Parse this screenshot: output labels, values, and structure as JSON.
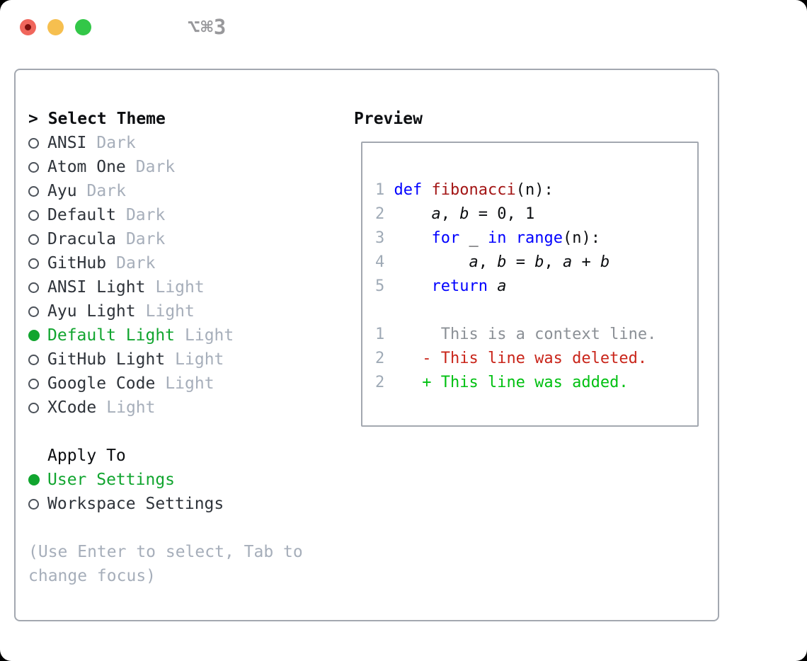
{
  "window": {
    "shortcut": "⌥⌘3"
  },
  "colors": {
    "traffic_red": "#f0665c",
    "traffic_red_dot": "#7c0f0d",
    "traffic_yellow": "#f6bf4f",
    "traffic_green": "#33c748",
    "shortcut_gray": "#98989b",
    "border_gray": "#a3a8b0",
    "text_dark": "#2e333a",
    "muted_gray": "#a6aeba",
    "selection_green": "#11a52f",
    "keyword_blue": "#0000ff",
    "function_red": "#a31515",
    "line_number_gray": "#9faab6",
    "context_gray": "#8b9096",
    "deleted_red": "#c9251a",
    "added_green": "#00c011"
  },
  "theme_picker": {
    "title_display": "> Select Theme",
    "items": [
      {
        "name": "ANSI",
        "variant": "Dark",
        "selected": false
      },
      {
        "name": "Atom One",
        "variant": "Dark",
        "selected": false
      },
      {
        "name": "Ayu",
        "variant": "Dark",
        "selected": false
      },
      {
        "name": "Default",
        "variant": "Dark",
        "selected": false
      },
      {
        "name": "Dracula",
        "variant": "Dark",
        "selected": false
      },
      {
        "name": "GitHub",
        "variant": "Dark",
        "selected": false
      },
      {
        "name": "ANSI Light",
        "variant": "Light",
        "selected": false
      },
      {
        "name": "Ayu Light",
        "variant": "Light",
        "selected": false
      },
      {
        "name": "Default Light",
        "variant": "Light",
        "selected": true
      },
      {
        "name": "GitHub Light",
        "variant": "Light",
        "selected": false
      },
      {
        "name": "Google Code",
        "variant": "Light",
        "selected": false
      },
      {
        "name": "XCode",
        "variant": "Light",
        "selected": false
      }
    ]
  },
  "apply_to": {
    "title": "Apply To",
    "options": [
      {
        "label": "User Settings",
        "selected": true
      },
      {
        "label": "Workspace Settings",
        "selected": false
      }
    ]
  },
  "help_text": "(Use Enter to select, Tab to change focus)",
  "preview": {
    "title": "Preview",
    "lines": [
      {
        "num": "1",
        "segments": [
          {
            "type": "kw",
            "text": "def"
          },
          {
            "type": "plain",
            "text": " "
          },
          {
            "type": "fn",
            "text": "fibonacci"
          },
          {
            "type": "plain",
            "text": "(n):"
          }
        ]
      },
      {
        "num": "2",
        "segments": [
          {
            "type": "plain",
            "text": "    "
          },
          {
            "type": "var",
            "text": "a"
          },
          {
            "type": "plain",
            "text": ", "
          },
          {
            "type": "var",
            "text": "b"
          },
          {
            "type": "plain",
            "text": " = 0, 1"
          }
        ]
      },
      {
        "num": "3",
        "segments": [
          {
            "type": "plain",
            "text": "    "
          },
          {
            "type": "kw",
            "text": "for"
          },
          {
            "type": "plain",
            "text": " _ "
          },
          {
            "type": "kw",
            "text": "in"
          },
          {
            "type": "plain",
            "text": " "
          },
          {
            "type": "kw",
            "text": "range"
          },
          {
            "type": "plain",
            "text": "(n):"
          }
        ]
      },
      {
        "num": "4",
        "segments": [
          {
            "type": "plain",
            "text": "        "
          },
          {
            "type": "var",
            "text": "a"
          },
          {
            "type": "plain",
            "text": ", "
          },
          {
            "type": "var",
            "text": "b"
          },
          {
            "type": "plain",
            "text": " = "
          },
          {
            "type": "var",
            "text": "b"
          },
          {
            "type": "plain",
            "text": ", "
          },
          {
            "type": "var",
            "text": "a"
          },
          {
            "type": "plain",
            "text": " + "
          },
          {
            "type": "var",
            "text": "b"
          }
        ]
      },
      {
        "num": "5",
        "segments": [
          {
            "type": "plain",
            "text": "    "
          },
          {
            "type": "kw",
            "text": "return"
          },
          {
            "type": "plain",
            "text": " "
          },
          {
            "type": "var",
            "text": "a"
          }
        ]
      },
      {
        "num": "",
        "segments": []
      },
      {
        "num": "1",
        "segments": [
          {
            "type": "ctx",
            "text": "     This is a context line."
          }
        ]
      },
      {
        "num": "2",
        "segments": [
          {
            "type": "del",
            "text": "   - This line was deleted."
          }
        ]
      },
      {
        "num": "2",
        "segments": [
          {
            "type": "add",
            "text": "   + This line was added."
          }
        ]
      }
    ]
  }
}
